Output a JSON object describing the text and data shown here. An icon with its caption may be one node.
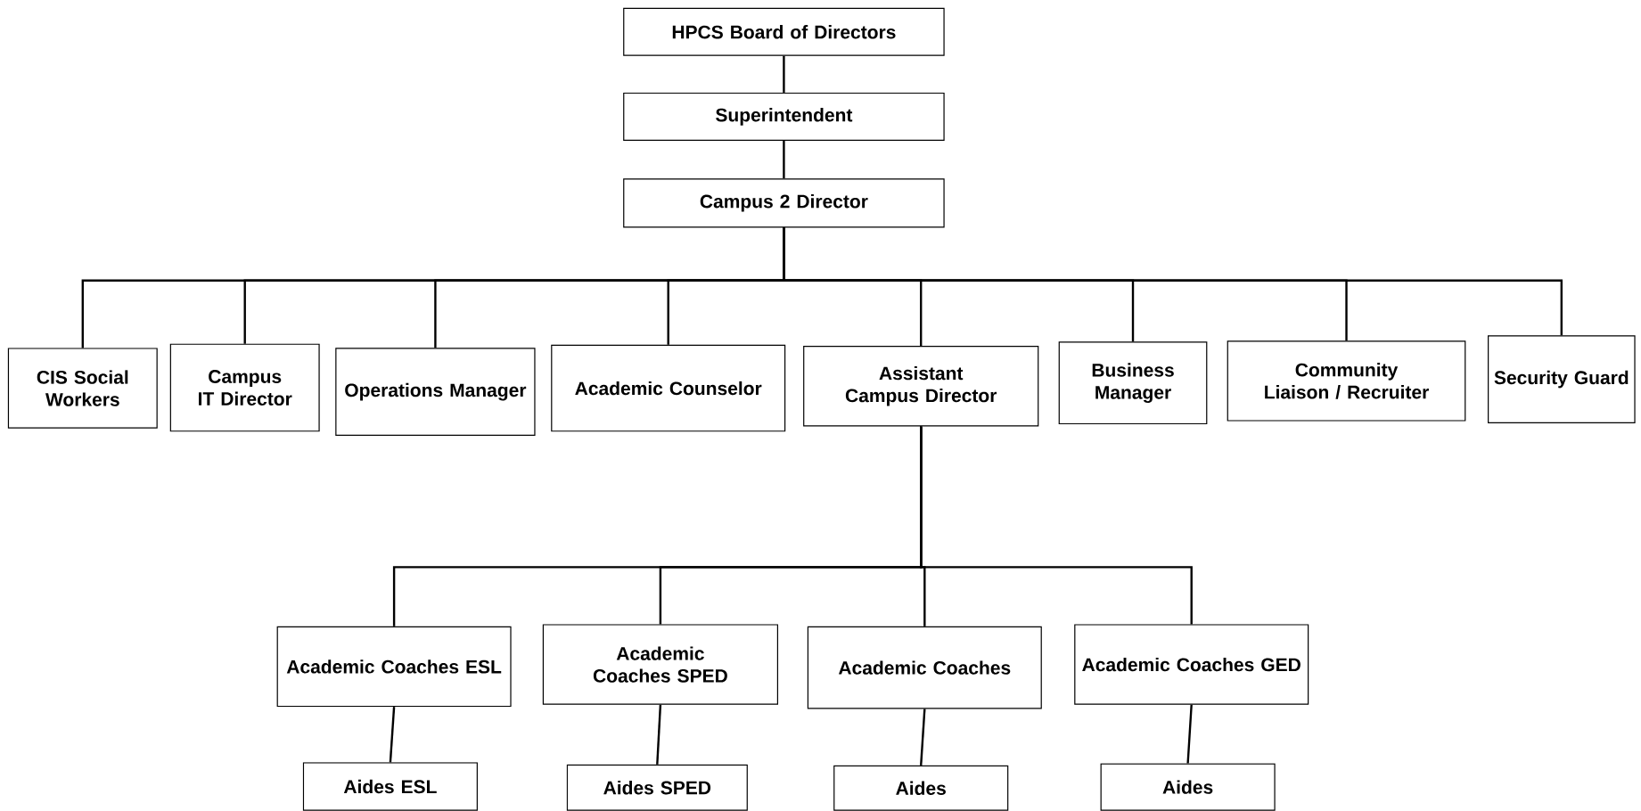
{
  "diagram": {
    "nodes": [
      {
        "text": [
          "HPCS Board of Directors"
        ]
      },
      {
        "text": [
          "Superintendent"
        ]
      },
      {
        "text": [
          "Campus 2 Director"
        ]
      },
      {
        "text": [
          "CIS Social Workers"
        ]
      },
      {
        "text": [
          "Campus IT Director"
        ]
      },
      {
        "text": [
          "Operations Manager"
        ]
      },
      {
        "text": [
          "Academic Counselor"
        ]
      },
      {
        "text": [
          "Assistant Campus Director"
        ]
      },
      {
        "text": [
          "Business Manager"
        ]
      },
      {
        "text": [
          "Community Liaison / Recruiter"
        ]
      },
      {
        "text": [
          "Security Guard"
        ]
      },
      {
        "text": [
          "Academic Coaches ESL"
        ]
      },
      {
        "text": [
          "Academic Coaches SPED"
        ]
      },
      {
        "text": [
          "Academic Coaches"
        ]
      },
      {
        "text": [
          "Academic Coaches GED"
        ]
      },
      {
        "text": [
          "Aides ESL"
        ]
      },
      {
        "text": [
          "Aides SPED"
        ]
      },
      {
        "text": [
          "Aides"
        ]
      },
      {
        "text": [
          "Aides"
        ]
      }
    ],
    "edges": [
      {
        "from": 0,
        "to": 1,
        "arrow": "none"
      },
      {
        "from": 1,
        "to": 2,
        "arrow": "none"
      },
      {
        "from": 2,
        "to": 3,
        "arrow": "none"
      },
      {
        "from": 2,
        "to": 4,
        "arrow": "none"
      },
      {
        "from": 2,
        "to": 5,
        "arrow": "none"
      },
      {
        "from": 2,
        "to": 6,
        "arrow": "none"
      },
      {
        "from": 2,
        "to": 7,
        "arrow": "none"
      },
      {
        "from": 2,
        "to": 8,
        "arrow": "none"
      },
      {
        "from": 2,
        "to": 9,
        "arrow": "none"
      },
      {
        "from": 2,
        "to": 10,
        "arrow": "none"
      },
      {
        "from": 7,
        "to": 11,
        "arrow": "none"
      },
      {
        "from": 7,
        "to": 12,
        "arrow": "none"
      },
      {
        "from": 7,
        "to": 13,
        "arrow": "none"
      },
      {
        "from": 7,
        "to": 14,
        "arrow": "none"
      },
      {
        "from": 11,
        "to": 15,
        "arrow": "none"
      },
      {
        "from": 12,
        "to": 16,
        "arrow": "none"
      },
      {
        "from": 13,
        "to": 17,
        "arrow": "none"
      },
      {
        "from": 14,
        "to": 18,
        "arrow": "none"
      }
    ]
  }
}
